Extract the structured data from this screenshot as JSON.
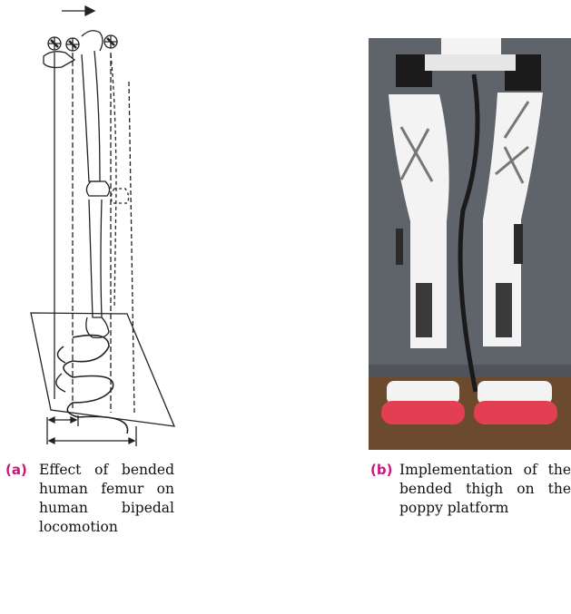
{
  "colors": {
    "caption_label": "#c8177c",
    "photo_background": "#5f646b",
    "robot_white": "#f3f3f3",
    "robot_red": "#e24052",
    "floor": "#6b4a2e"
  },
  "figures": [
    {
      "label": "(a)",
      "caption": "Effect of bended human femur on human bipedal locomotion",
      "image": "bended-femur-locomotion-sketch"
    },
    {
      "label": "(b)",
      "caption": "Implementation of the bended thigh on the poppy platform",
      "image": "poppy-robot-legs-photo"
    }
  ]
}
